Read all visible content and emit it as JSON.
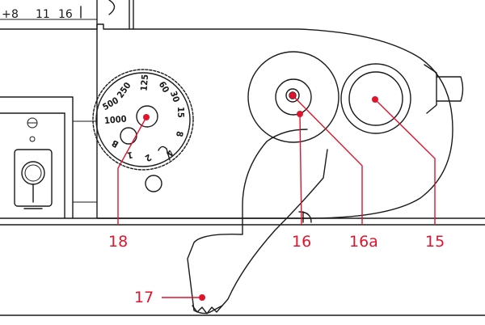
{
  "diagram": {
    "callouts": [
      {
        "id": "label-18",
        "text": "18"
      },
      {
        "id": "label-16",
        "text": "16"
      },
      {
        "id": "label-16a",
        "text": "16a"
      },
      {
        "id": "label-15",
        "text": "15"
      },
      {
        "id": "label-17",
        "text": "17"
      }
    ],
    "shutter_dial_values": [
      "1000",
      "500",
      "250",
      "125",
      "60",
      "30",
      "15",
      "8",
      "4",
      "2",
      "1",
      "B"
    ],
    "distance_scale": [
      "8",
      "11",
      "16"
    ],
    "accent_color": "#e0142d",
    "line_color": "#1a1a1a"
  }
}
